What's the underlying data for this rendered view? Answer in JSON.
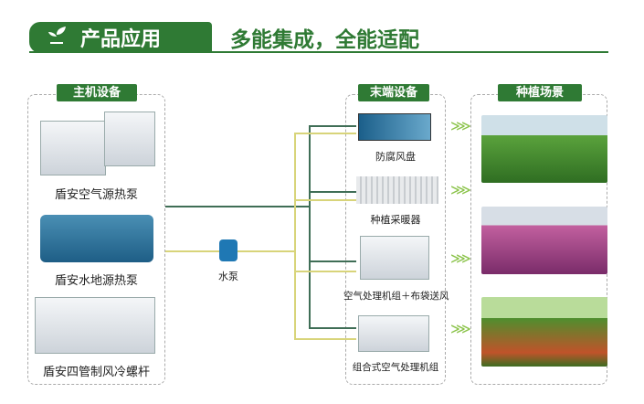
{
  "header": {
    "title": "产品应用",
    "subtitle": "多能集成，全能适配",
    "icon": "sprout-icon"
  },
  "sections": {
    "host": {
      "title": "主机设备",
      "items": [
        "盾安空气源热泵",
        "盾安水地源热泵",
        "盾安四管制风冷螺杆"
      ]
    },
    "pump": {
      "label": "水泵"
    },
    "terminal": {
      "title": "末端设备",
      "items": [
        "防腐风盘",
        "种植采暖器",
        "空气处理机组＋布袋送风",
        "组合式空气处理机组"
      ]
    },
    "scene": {
      "title": "种植场景"
    }
  },
  "colors": {
    "brand": "#2f7a34",
    "pipe_supply": "#3f6e56",
    "pipe_return": "#d8d47a"
  }
}
